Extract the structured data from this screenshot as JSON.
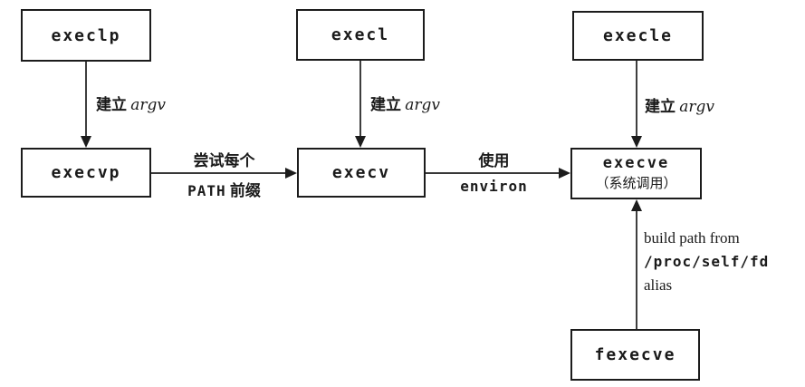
{
  "diagram": {
    "boxes": {
      "execlp": {
        "label": "execlp"
      },
      "execl": {
        "label": "execl"
      },
      "execle": {
        "label": "execle"
      },
      "execvp": {
        "label": "execvp"
      },
      "execv": {
        "label": "execv"
      },
      "execve": {
        "label": "execve",
        "sublabel": "（系统调用）"
      },
      "fexecve": {
        "label": "fexecve"
      }
    },
    "edges": {
      "build_argv": {
        "zh": "建立",
        "arg": "argv"
      },
      "try_path": {
        "line1": "尝试每个",
        "code": "PATH",
        "zh2": "前缀"
      },
      "use_environ": {
        "line1": "使用",
        "code": "environ"
      },
      "fd_path": {
        "line1": "build path from",
        "code": "/proc/self/fd",
        "line3": "alias"
      }
    },
    "colors": {
      "line": "#1c1c1c",
      "background": "#ffffff",
      "text": "#1a1a1a"
    }
  }
}
